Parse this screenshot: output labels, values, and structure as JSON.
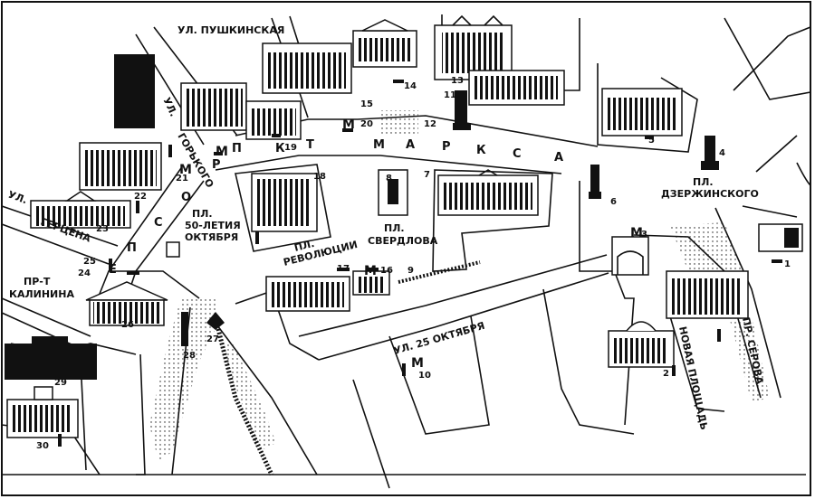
{
  "streets": {
    "pushkinskaya": "УЛ. ПУШКИНСКАЯ",
    "gorkogo_1": "УЛ.",
    "gorkogo_2": "ГОРЬКОГО",
    "gertsena_1": "УЛ.",
    "gertsena_2": "ГЕРЦЕНА",
    "kalinina_1": "ПР-Т",
    "kalinina_2": "КАЛИНИНА",
    "oktyabrya25": "УЛ. 25 ОКТЯБРЯ",
    "novaya_ploshchad": "НОВАЯ ПЛОЩАДЬ",
    "serova": "ПР. СЕРОВА",
    "prospekt": [
      "П",
      "Р",
      "О",
      "С",
      "П",
      "Е",
      "К",
      "Т"
    ],
    "marksa": [
      "М",
      "А",
      "Р",
      "К",
      "С",
      "А"
    ]
  },
  "squares": {
    "dzerzhinskogo_1": "ПЛ.",
    "dzerzhinskogo_2": "ДЗЕРЖИНСКОГО",
    "oktyabrya50_1": "ПЛ.",
    "oktyabrya50_2": "50-ЛЕТИЯ",
    "oktyabrya50_3": "ОКТЯБРЯ",
    "revolyutsii_1": "ПЛ.",
    "revolyutsii_2": "РЕВОЛЮЦИИ",
    "sverdlova_1": "ПЛ.",
    "sverdlova_2": "СВЕРДЛОВА"
  },
  "metro_symbol": "М",
  "landmarks": [
    "1",
    "2",
    "3",
    "4",
    "5",
    "6",
    "7",
    "8",
    "9",
    "10",
    "11",
    "12",
    "13",
    "14",
    "15",
    "16",
    "17",
    "18",
    "19",
    "20",
    "21",
    "22",
    "23",
    "24",
    "25",
    "26",
    "27",
    "28",
    "29",
    "30"
  ]
}
